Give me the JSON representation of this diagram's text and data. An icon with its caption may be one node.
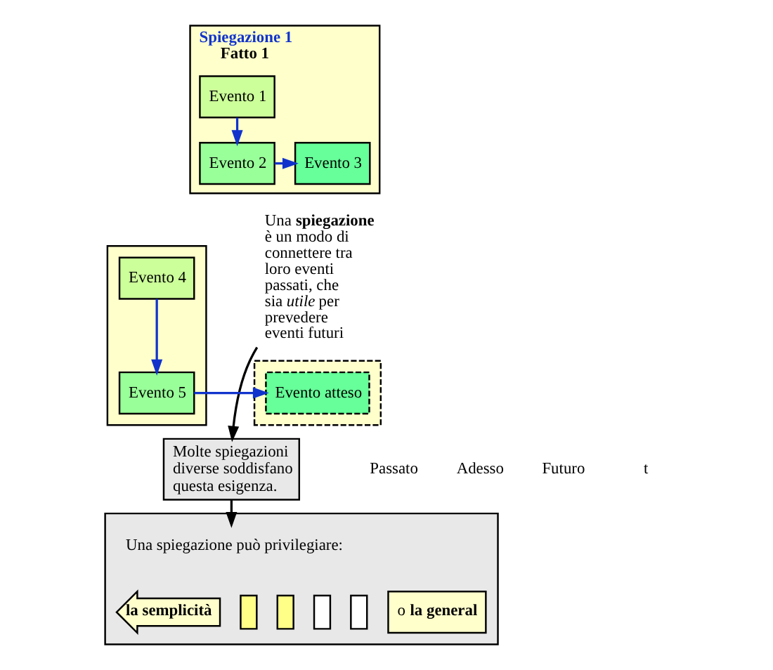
{
  "diagram": {
    "nodes": [
      {
        "text": [
          "Spiegazione 1",
          "Fatto 1"
        ]
      },
      {
        "text": [
          "Evento 1"
        ],
        "in": 0
      },
      {
        "text": [
          "Evento 2"
        ],
        "in": 0
      },
      {
        "text": [
          "Evento 3"
        ],
        "in": 0
      },
      {
        "text": [
          "Una **spiegazione** è un modo di connettere tra loro eventi passati, che sia *utile* per prevedere eventi futuri"
        ]
      },
      {
        "text": [],
        "shape": "box"
      },
      {
        "text": [
          "Evento 4"
        ],
        "in": 5
      },
      {
        "text": [
          "Evento 5"
        ],
        "in": 5
      },
      {
        "text": [],
        "shape": "box"
      },
      {
        "text": [
          "Evento atteso"
        ],
        "in": 8
      },
      {
        "text": [
          "Molte spiegazioni diverse soddisfano questa esigenza."
        ]
      },
      {
        "text": [],
        "shape": "box"
      },
      {
        "text": [
          "Una spiegazione può privilegiare:"
        ],
        "in": 11
      },
      {
        "text": [
          "**la semplicità**"
        ],
        "in": 11
      },
      {
        "text": [],
        "shape": "bar",
        "in": 11
      },
      {
        "text": [],
        "shape": "bar",
        "in": 11
      },
      {
        "text": [],
        "shape": "bar",
        "in": 11
      },
      {
        "text": [],
        "shape": "bar",
        "in": 11
      },
      {
        "text": [
          "o **la general**"
        ],
        "in": 11
      }
    ],
    "edges": [
      {
        "from": 1,
        "to": 2,
        "arrow": "to"
      },
      {
        "from": 2,
        "to": 3,
        "arrow": "to"
      },
      {
        "from": 6,
        "to": 7,
        "arrow": "to"
      },
      {
        "from": 7,
        "to": 9,
        "arrow": "to"
      },
      {
        "from": 4,
        "to": 10,
        "arrow": "to",
        "color": "#000000"
      },
      {
        "from": 10,
        "to": 12,
        "arrow": "to",
        "color": "#000000"
      }
    ],
    "labels": [
      "Passato",
      "Adesso",
      "Futuro",
      "t"
    ]
  }
}
